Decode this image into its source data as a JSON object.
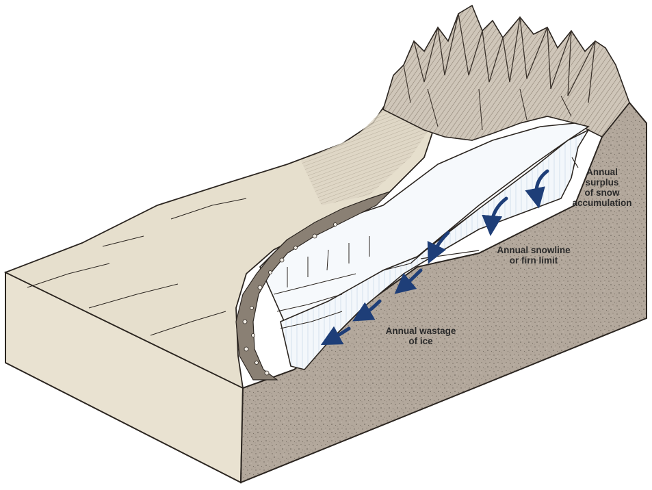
{
  "labels": {
    "accumulation": [
      "Annual",
      "surplus",
      "of snow",
      "accumulation"
    ],
    "snowline": [
      "Annual snowline",
      "or firn limit"
    ],
    "wastage": [
      "Annual wastage",
      "of ice"
    ]
  },
  "colors": {
    "rock": "#b3a89c",
    "rock_dark": "#9c9185",
    "sand_top": "#e6dfcd",
    "sand_side": "#e9e2d1",
    "ice": "#f4f8fc",
    "ice_shadow": "#d9e6f1",
    "arrow": "#1e3e78",
    "ink": "#2b2520",
    "moraine": "#6e665c"
  }
}
